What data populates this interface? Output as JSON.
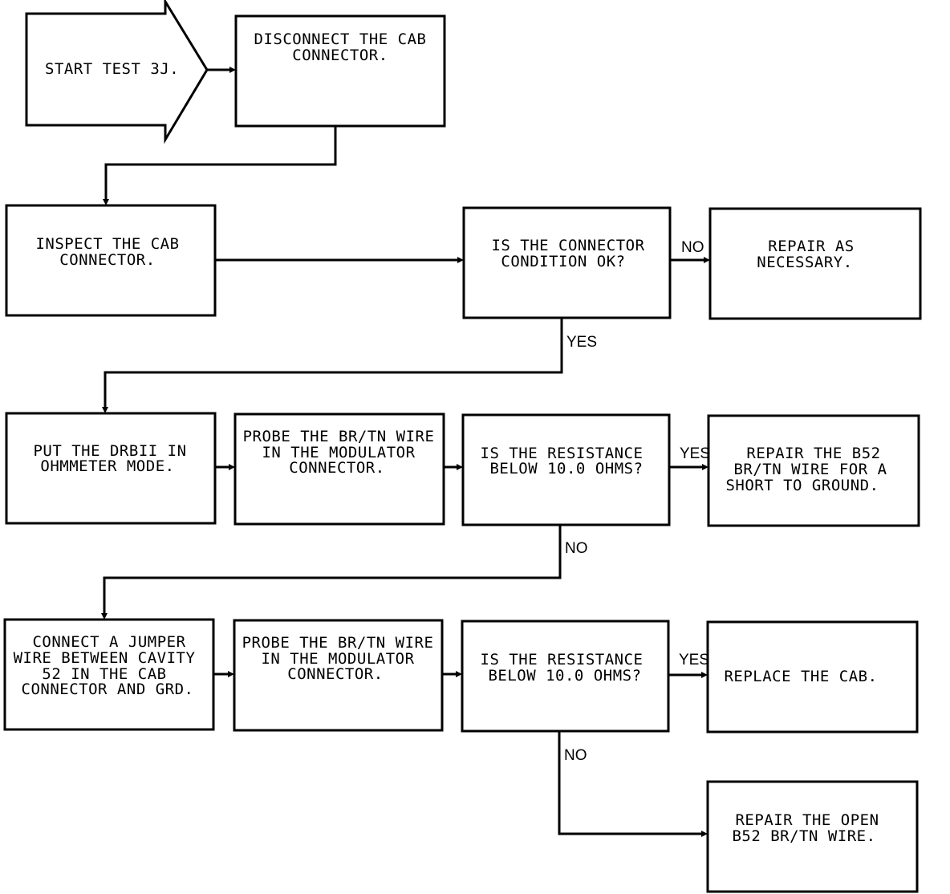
{
  "flowchart": {
    "start": "START TEST 3J.",
    "disconnect": [
      "DISCONNECT THE CAB",
      "CONNECTOR."
    ],
    "inspect": [
      "INSPECT THE CAB",
      "CONNECTOR."
    ],
    "q_condition": [
      "IS THE CONNECTOR",
      "CONDITION OK?"
    ],
    "repair_necessary": [
      "REPAIR AS",
      "NECESSARY."
    ],
    "put_drbii": [
      "PUT THE DRBII IN",
      "OHMMETER MODE."
    ],
    "probe1": [
      "PROBE THE BR/TN WIRE",
      "IN THE MODULATOR",
      "CONNECTOR."
    ],
    "q_resistance1": [
      "IS THE RESISTANCE",
      "BELOW 10.0 OHMS?"
    ],
    "repair_short": [
      "REPAIR THE B52",
      "BR/TN WIRE FOR A",
      "SHORT TO GROUND."
    ],
    "connect_jumper": [
      "CONNECT A JUMPER",
      "WIRE BETWEEN CAVITY",
      "52 IN THE CAB",
      "CONNECTOR AND GRD."
    ],
    "probe2": [
      "PROBE THE BR/TN WIRE",
      "IN THE MODULATOR",
      "CONNECTOR."
    ],
    "q_resistance2": [
      "IS THE RESISTANCE",
      "BELOW 10.0 OHMS?"
    ],
    "replace_cab": "REPLACE THE CAB.",
    "repair_open": [
      "REPAIR THE OPEN",
      "B52 BR/TN WIRE."
    ]
  },
  "labels": {
    "no1": "NO",
    "yes1": "YES",
    "yes2": "YES",
    "no2": "NO",
    "yes3": "YES",
    "no3": "NO"
  }
}
